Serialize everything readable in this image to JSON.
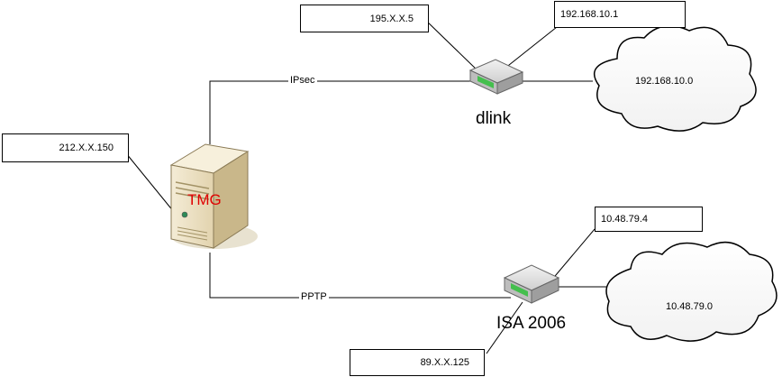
{
  "connections": {
    "ipsec": "IPsec",
    "pptp": "PPTP"
  },
  "devices": {
    "server": {
      "name": "TMG",
      "ip": "212.X.X.150",
      "name_color": "#e00000"
    },
    "router_top": {
      "name": "dlink",
      "wan_ip": "195.X.X.5",
      "lan_ip": "192.168.10.1"
    },
    "router_bottom": {
      "name": "ISA 2006",
      "wan_ip": "89.X.X.125",
      "lan_ip": "10.48.79.4"
    }
  },
  "networks": {
    "top": "192.168.10.0",
    "bottom": "10.48.79.0"
  }
}
